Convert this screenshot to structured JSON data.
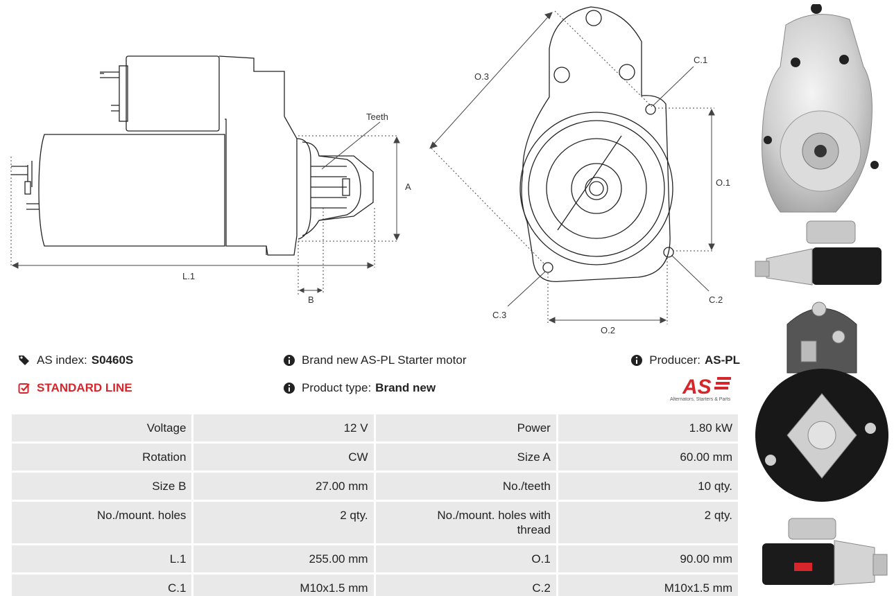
{
  "drawing": {
    "labels": {
      "teeth": "Teeth",
      "a": "A",
      "b": "B",
      "l1": "L.1",
      "o1": "O.1",
      "o2": "O.2",
      "o3": "O.3",
      "c1": "C.1",
      "c2": "C.2",
      "c3": "C.3"
    }
  },
  "info": {
    "index_label": "AS index:",
    "index_value": "S0460S",
    "line": "STANDARD LINE",
    "description": "Brand new AS-PL Starter motor",
    "type_label": "Product type:",
    "type_value": "Brand new",
    "producer_label": "Producer:",
    "producer_value": "AS-PL"
  },
  "logo": {
    "mark": "AS",
    "tagline": "Alternators, Starters & Parts",
    "color": "#d7262b"
  },
  "specs": [
    [
      "Voltage",
      "12 V",
      "Power",
      "1.80 kW"
    ],
    [
      "Rotation",
      "CW",
      "Size A",
      "60.00 mm"
    ],
    [
      "Size B",
      "27.00 mm",
      "No./teeth",
      "10 qty."
    ],
    [
      "No./mount. holes",
      "2 qty.",
      "No./mount. holes with thread",
      "2 qty."
    ],
    [
      "L.1",
      "255.00 mm",
      "O.1",
      "90.00 mm"
    ],
    [
      "C.1",
      "M10x1.5 mm",
      "C.2",
      "M10x1.5 mm"
    ]
  ],
  "icons": {
    "index": "tags-icon",
    "line": "check-square-icon",
    "info": "info-circle-icon"
  },
  "colors": {
    "accent": "#d7262b",
    "cell": "#e9e9e9"
  }
}
